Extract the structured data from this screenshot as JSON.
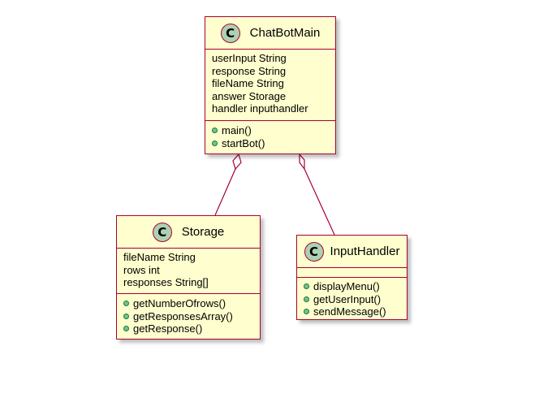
{
  "diagram": {
    "classes": {
      "chatbotmain": {
        "stereotype": "C",
        "name": "ChatBotMain",
        "attributes": [
          "userInput String",
          "response String",
          "fileName String",
          "answer Storage",
          "handler inputhandler"
        ],
        "methods": [
          "main()",
          "startBot()"
        ]
      },
      "storage": {
        "stereotype": "C",
        "name": "Storage",
        "attributes": [
          "fileName String",
          "rows int",
          "responses String[]"
        ],
        "methods": [
          "getNumberOfrows()",
          "getResponsesArray()",
          "getResponse()"
        ]
      },
      "inputhandler": {
        "stereotype": "C",
        "name": "InputHandler",
        "attributes": [],
        "methods": [
          "displayMenu()",
          "getUserInput()",
          "sendMessage()"
        ]
      }
    },
    "colors": {
      "class_fill": "#fefece",
      "class_border": "#a80036",
      "badge_fill": "#add1b2",
      "method_dot": "#84be84"
    }
  }
}
